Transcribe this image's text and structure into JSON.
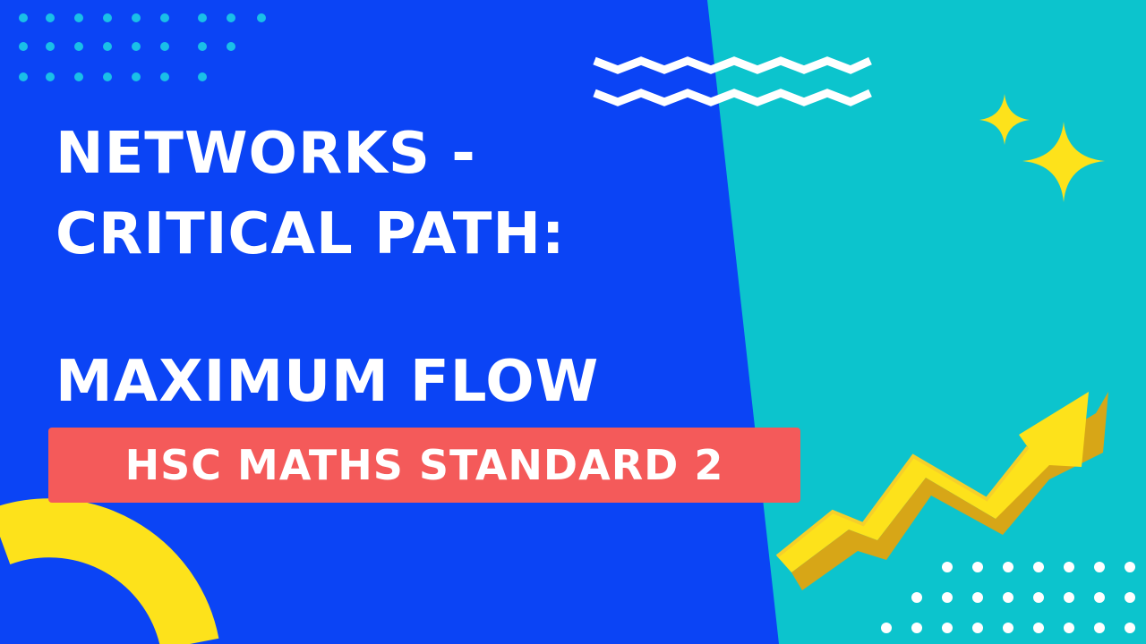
{
  "title": {
    "line1": "NETWORKS -",
    "line2": "CRITICAL PATH:",
    "line3": "MAXIMUM FLOW"
  },
  "badge": {
    "label": "HSC MATHS STANDARD 2"
  },
  "colors": {
    "blue": "#0b44f5",
    "teal": "#0cc4cd",
    "yellow": "#fde21b",
    "red_badge": "#f45a5a",
    "white": "#ffffff"
  }
}
